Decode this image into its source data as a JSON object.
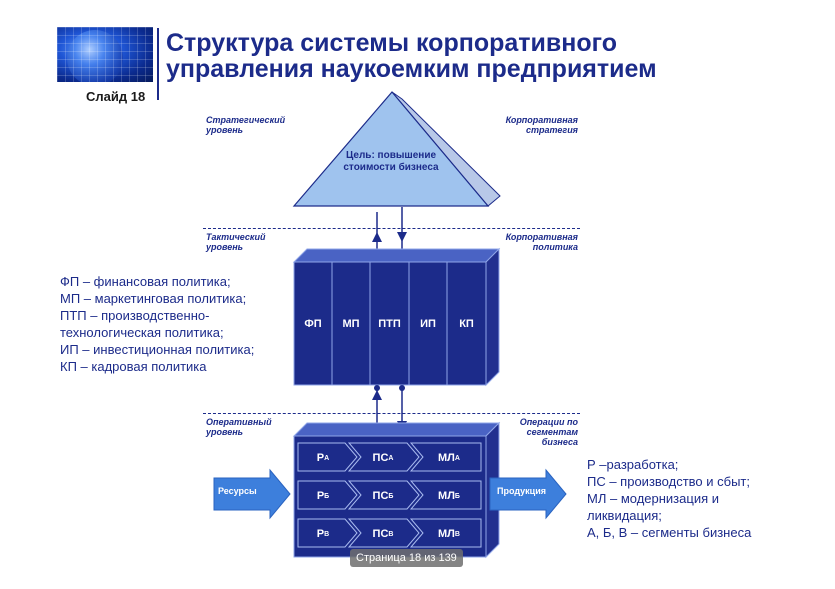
{
  "header": {
    "title_line1": "Структура системы корпоративного",
    "title_line2": "управления наукоемким предприятием",
    "slide_number": "Слайд 18",
    "brand_color": "#1c2b8a"
  },
  "levels": {
    "strategic": {
      "left": "Стратегический уровень",
      "right": "Корпоративная стратегия"
    },
    "tactical": {
      "left": "Тактический уровень",
      "right": "Корпоративная политика"
    },
    "operational": {
      "left": "Оперативный уровень",
      "right": "Операции по сегментам бизнеса"
    }
  },
  "goal": {
    "text": "Цель: повышение стоимости бизнеса"
  },
  "policies": [
    "ФП",
    "МП",
    "ПТП",
    "ИП",
    "КП"
  ],
  "policy_legend": [
    "ФП – финансовая политика;",
    "МП – маркетинговая политика;",
    "ПТП – производственно-",
    "технологическая политика;",
    "ИП – инвестиционная политика;",
    "КП – кадровая политика"
  ],
  "operations": {
    "rows": [
      {
        "segment": "А",
        "stages": [
          "Р",
          "ПС",
          "МЛ"
        ]
      },
      {
        "segment": "Б",
        "stages": [
          "Р",
          "ПС",
          "МЛ"
        ]
      },
      {
        "segment": "В",
        "stages": [
          "Р",
          "ПС",
          "МЛ"
        ]
      }
    ],
    "input_label": "Ресурсы",
    "output_label": "Продукция"
  },
  "ops_legend": [
    "Р –разработка;",
    "ПС – производство и сбыт;",
    "МЛ – модернизация и",
    "ликвидация;",
    "А, Б, В – сегменты бизнеса"
  ],
  "page_badge": "Страница 18 из 139"
}
